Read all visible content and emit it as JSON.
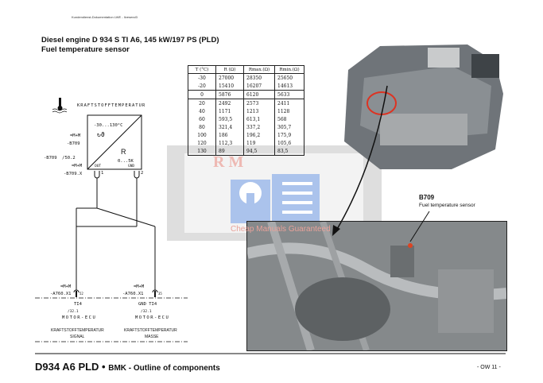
{
  "header": {
    "doc_ref": "Kundendienst-Dokumentation LWE - Ilvesend3",
    "title": "Diesel engine D 934 S TI A6, 145 kW/197 PS (PLD)",
    "subtitle": "Fuel temperature sensor"
  },
  "table": {
    "columns": [
      "T (°C)",
      "R (Ω)",
      "Rmax.(Ω)",
      "Rmin.(Ω)"
    ],
    "groups": [
      [
        [
          "-30",
          "27000",
          "28350",
          "25650"
        ],
        [
          "-20",
          "15410",
          "16207",
          "14613"
        ]
      ],
      [
        [
          "0",
          "5876",
          "6120",
          "5633"
        ]
      ],
      [
        [
          "20",
          "2492",
          "2573",
          "2411"
        ],
        [
          "40",
          "1171",
          "1213",
          "1128"
        ],
        [
          "60",
          "593,5",
          "613,1",
          "568"
        ],
        [
          "80",
          "321,4",
          "337,2",
          "305,7"
        ],
        [
          "100",
          "186",
          "196,2",
          "175,9"
        ],
        [
          "120",
          "112,3",
          "119",
          "105,6"
        ],
        [
          "130",
          "89",
          "94,5",
          "83,5"
        ]
      ]
    ]
  },
  "schematic": {
    "sensor_label": "KRAFTSTOFFTEMPERATUR",
    "range_label": "-30...130°C",
    "r_label": "R",
    "r_range": "0...5K",
    "out_label": "OUT",
    "gnd_label": "GND",
    "pin1": "1",
    "pin2": "2",
    "loc1": "=M+M",
    "ref1": "-B709",
    "xref": "-B709  /50.2",
    "loc2": "=M+M",
    "ref2": "-B709.X",
    "conn_left": {
      "loc": "=M+M",
      "ref": "-A760.X1",
      "pin": "52",
      "signal": "TI4",
      "page": "/32.1",
      "unit": "MOTOR-ECU",
      "desc1": "KRAFTSTOFFTEMPERATUR",
      "desc2": "SIGNAL"
    },
    "conn_right": {
      "loc": "=M+M",
      "ref": "-A760.X1",
      "pin": "35",
      "signal": "GND TI4",
      "page": "/32.1",
      "unit": "MOTOR-ECU",
      "desc1": "KRAFTSTOFFTEMPERATUR",
      "desc2": "MASSE"
    }
  },
  "callout": {
    "code": "B709",
    "desc": "Fuel temperature sensor"
  },
  "watermark": {
    "letters": "R M",
    "text": "Cheap Manuals Guaranteed"
  },
  "footer": {
    "main": "D934 A6 PLD",
    "bullet": " • ",
    "sub": "BMK - Outline of components",
    "page": "- OW 11 -"
  }
}
